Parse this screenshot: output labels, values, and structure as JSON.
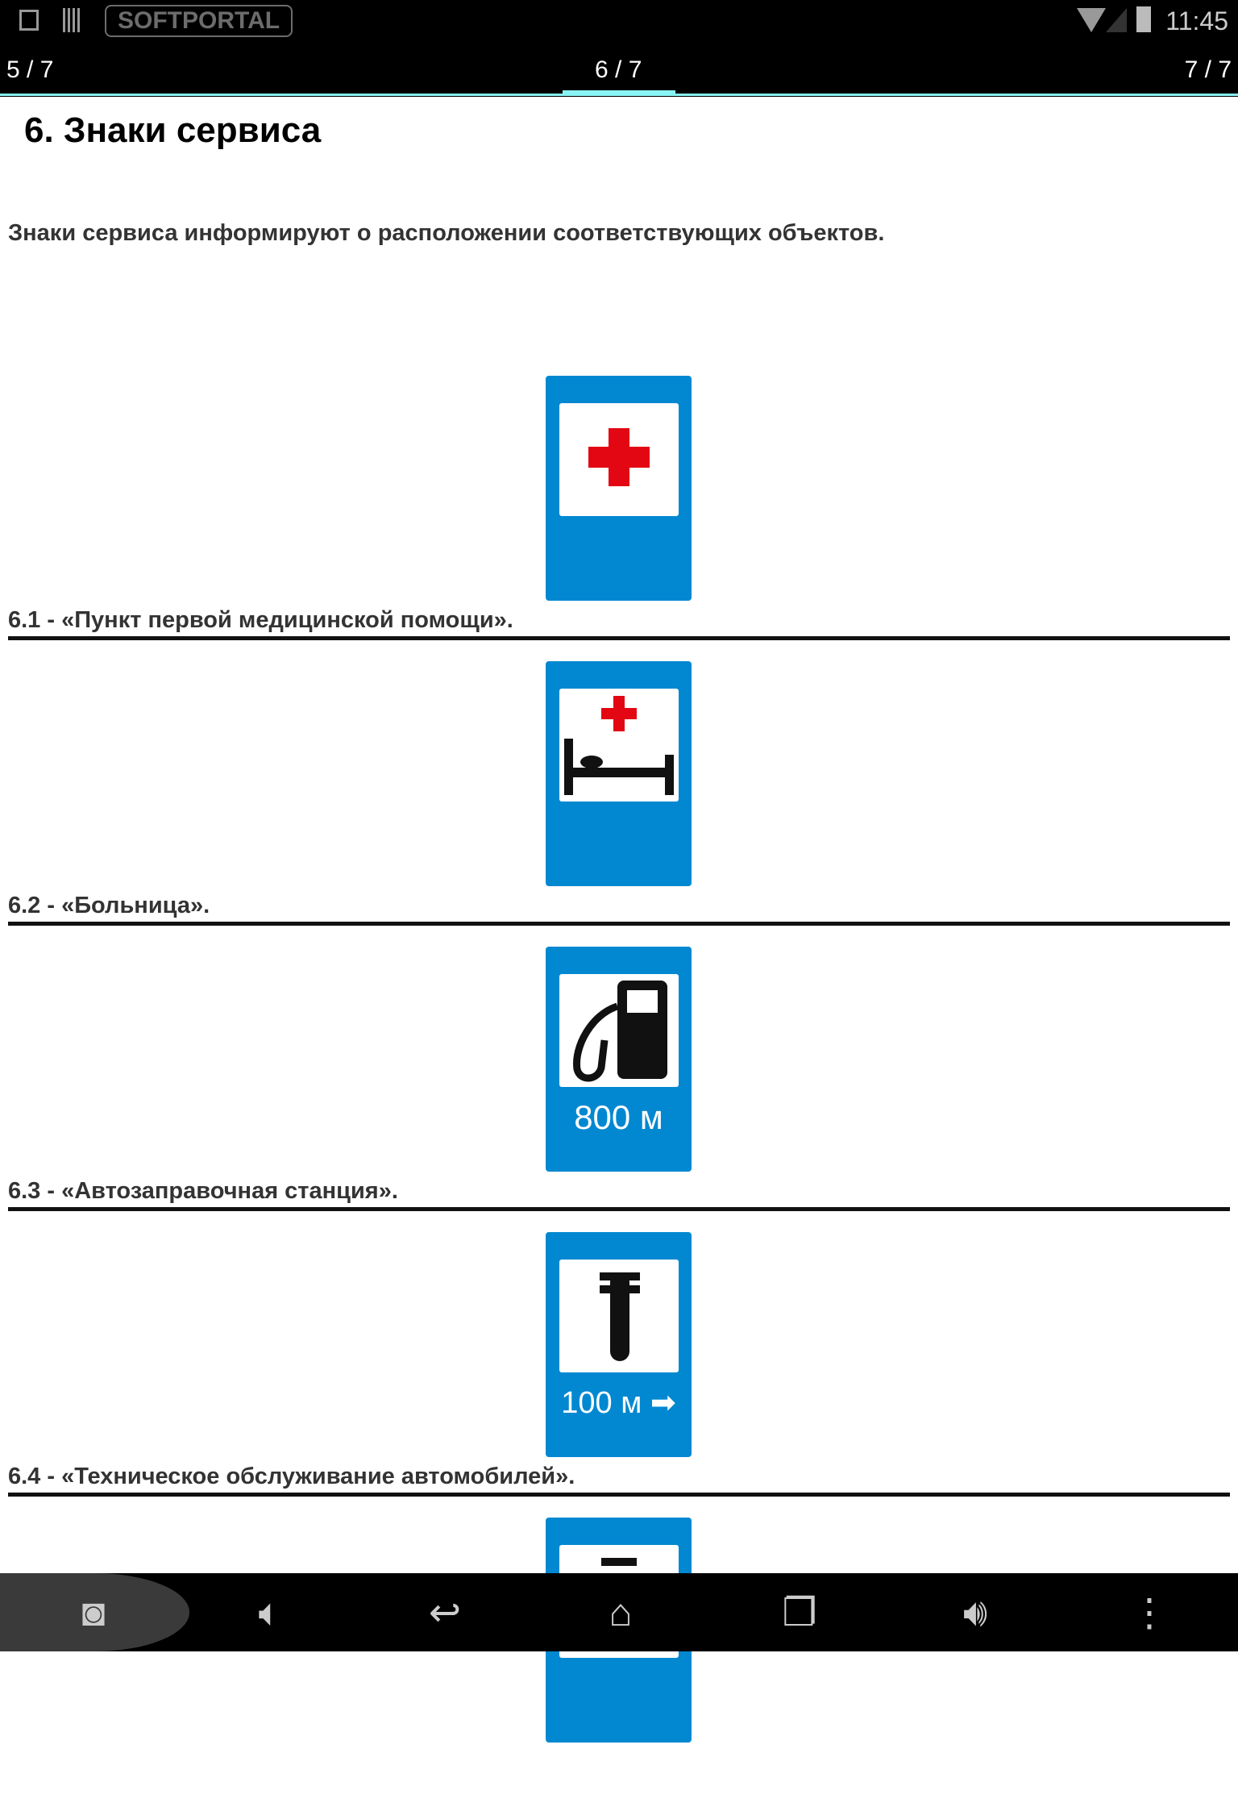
{
  "status_bar": {
    "time": "11:45"
  },
  "watermark": "SOFTPORTAL",
  "tabs": [
    {
      "label": "5 / 7"
    },
    {
      "label": "6 / 7"
    },
    {
      "label": "7 / 7"
    }
  ],
  "page": {
    "title": "6. Знаки сервиса",
    "intro": "Знаки сервиса информируют о расположении соответствующих объектов.",
    "signs": [
      {
        "caption": "6.1 - «Пункт первой медицинской помощи»."
      },
      {
        "caption": "6.2 - «Больница»."
      },
      {
        "caption": "6.3 - «Автозаправочная станция».",
        "distance": "800 м"
      },
      {
        "caption": "6.4 - «Техническое обслуживание автомобилей».",
        "distance": "100 м ➡"
      }
    ]
  },
  "colors": {
    "sign_blue": "#0288d1",
    "accent": "#8af4f4",
    "cross_red": "#e30613"
  }
}
